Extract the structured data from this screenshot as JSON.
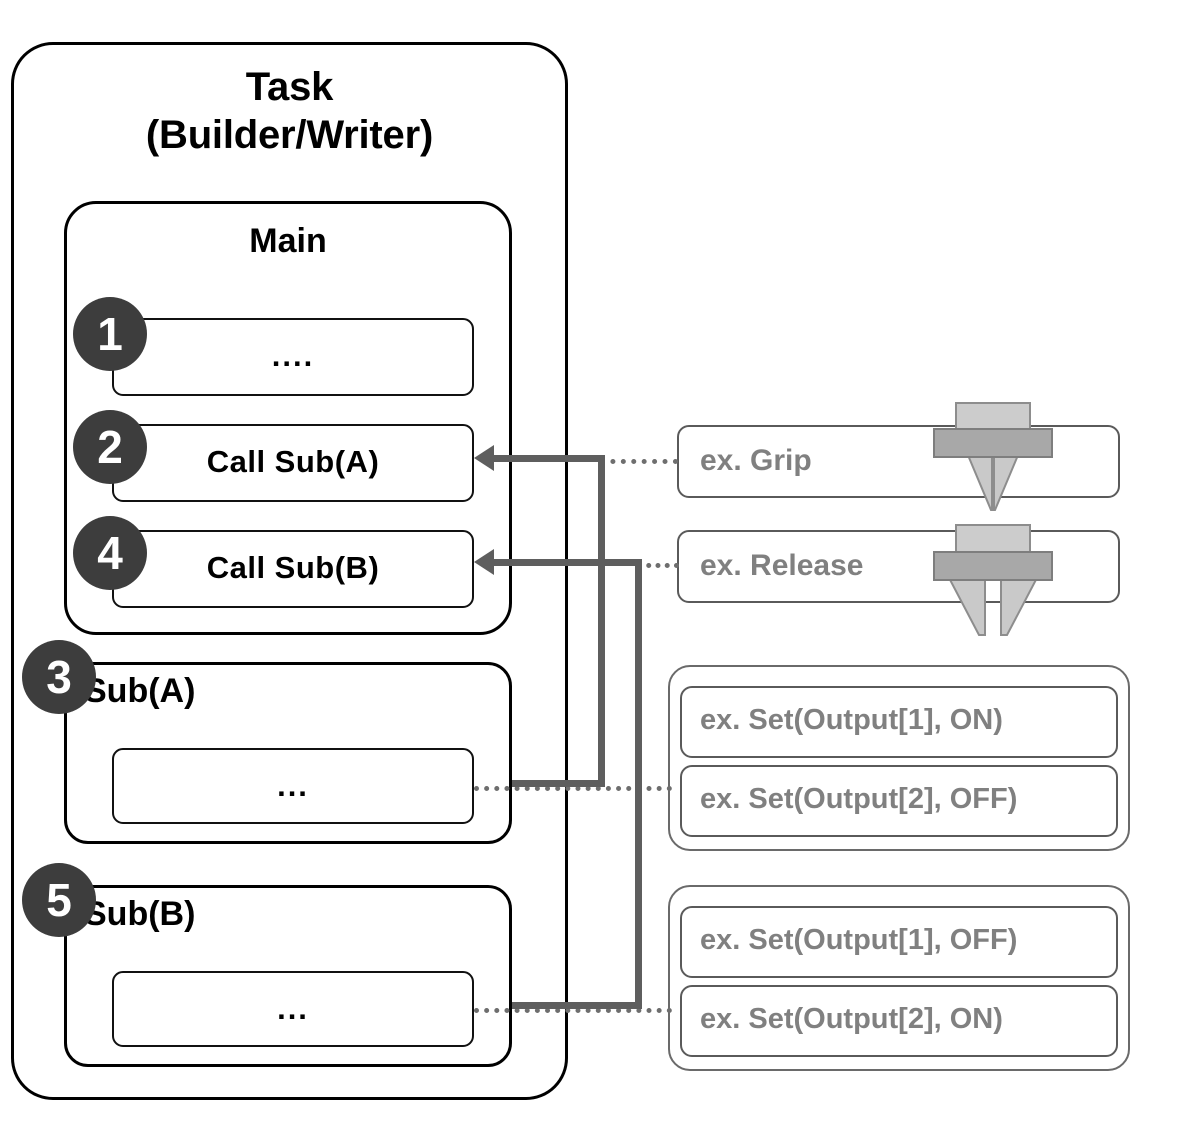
{
  "diagram": {
    "task": {
      "title_line1": "Task",
      "title_line2": "(Builder/Writer)"
    },
    "main": {
      "title": "Main",
      "rows": [
        {
          "badge": "1",
          "label": "...."
        },
        {
          "badge": "2",
          "label": "Call Sub(A)"
        },
        {
          "badge": "4",
          "label": "Call Sub(B)"
        }
      ]
    },
    "subroutines": [
      {
        "badge": "3",
        "title": "Sub(A)",
        "body": "..."
      },
      {
        "badge": "5",
        "title": "Sub(B)",
        "body": "..."
      }
    ],
    "action_cards": [
      {
        "label": "ex. Grip",
        "icon": "gripper-closed-icon"
      },
      {
        "label": "ex. Release",
        "icon": "gripper-open-icon"
      }
    ],
    "output_groups": [
      {
        "items": [
          {
            "label": "ex. Set(Output[1], ON)"
          },
          {
            "label": "ex. Set(Output[2], OFF)"
          }
        ]
      },
      {
        "items": [
          {
            "label": "ex. Set(Output[1], OFF)"
          },
          {
            "label": "ex. Set(Output[2], ON)"
          }
        ]
      }
    ],
    "colors": {
      "outline_black": "#000000",
      "outline_gray": "#5a5a5a",
      "badge_fill": "#3d3d3d",
      "badge_text": "#ffffff",
      "muted_text": "#808080",
      "connector": "#5e5e5e",
      "icon_light": "#c9c9c9",
      "icon_dark": "#a8a8a8"
    }
  }
}
